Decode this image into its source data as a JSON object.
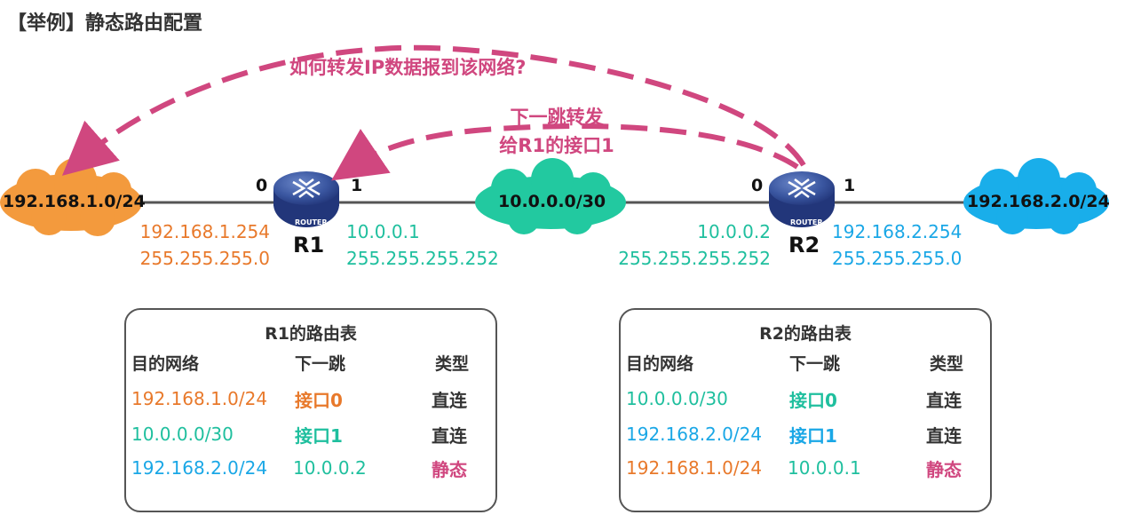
{
  "title": "【举例】静态路由配置",
  "colors": {
    "orange": "#e8792b",
    "teal": "#1fbf9e",
    "blue": "#1aa7e6",
    "pink": "#d0477f",
    "text": "#333333"
  },
  "question": "如何转发IP数据报到该网络?",
  "nexthop_note": {
    "line1": "下一跳转发",
    "line2": "给R1的接口1"
  },
  "networks": {
    "left": "192.168.1.0/24",
    "middle": "10.0.0.0/30",
    "right": "192.168.2.0/24"
  },
  "routers": {
    "r1": {
      "name": "R1",
      "badge": "ROUTER",
      "port0": "0",
      "port1": "1",
      "if0_ip": "192.168.1.254",
      "if0_mask": "255.255.255.0",
      "if1_ip": "10.0.0.1",
      "if1_mask": "255.255.255.252"
    },
    "r2": {
      "name": "R2",
      "badge": "ROUTER",
      "port0": "0",
      "port1": "1",
      "if0_ip": "10.0.0.2",
      "if0_mask": "255.255.255.252",
      "if1_ip": "192.168.2.254",
      "if1_mask": "255.255.255.0"
    }
  },
  "tables": {
    "r1": {
      "caption": "R1的路由表",
      "headers": [
        "目的网络",
        "下一跳",
        "类型"
      ],
      "rows": [
        {
          "dest": "192.168.1.0/24",
          "next": "接口0",
          "type": "直连",
          "dest_color": "#e8792b",
          "next_color": "#e8792b",
          "type_color": "#333333"
        },
        {
          "dest": "10.0.0.0/30",
          "next": "接口1",
          "type": "直连",
          "dest_color": "#1fbf9e",
          "next_color": "#1fbf9e",
          "type_color": "#333333"
        },
        {
          "dest": "192.168.2.0/24",
          "next": "10.0.0.2",
          "type": "静态",
          "dest_color": "#1aa7e6",
          "next_color": "#1fbf9e",
          "type_color": "#d0477f"
        }
      ]
    },
    "r2": {
      "caption": "R2的路由表",
      "headers": [
        "目的网络",
        "下一跳",
        "类型"
      ],
      "rows": [
        {
          "dest": "10.0.0.0/30",
          "next": "接口0",
          "type": "直连",
          "dest_color": "#1fbf9e",
          "next_color": "#1fbf9e",
          "type_color": "#333333"
        },
        {
          "dest": "192.168.2.0/24",
          "next": "接口1",
          "type": "直连",
          "dest_color": "#1aa7e6",
          "next_color": "#1aa7e6",
          "type_color": "#333333"
        },
        {
          "dest": "192.168.1.0/24",
          "next": "10.0.0.1",
          "type": "静态",
          "dest_color": "#e8792b",
          "next_color": "#1fbf9e",
          "type_color": "#d0477f"
        }
      ]
    }
  }
}
